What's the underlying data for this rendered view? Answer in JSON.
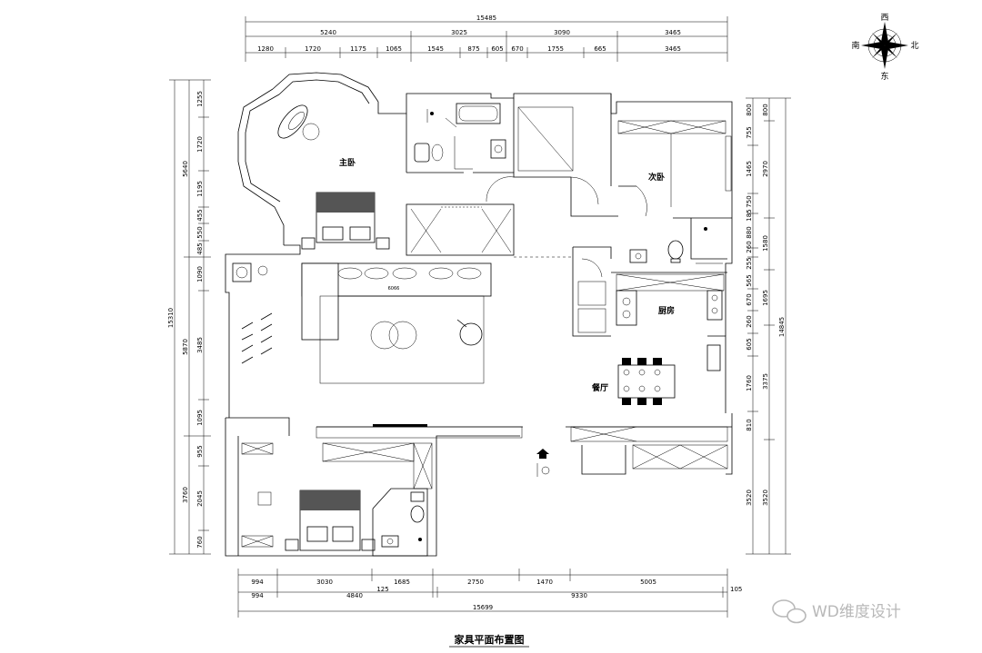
{
  "drawing_title": "家具平面布置图",
  "watermark": "WD维度设计",
  "compass": {
    "north": "北",
    "south": "南",
    "east": "东",
    "west": "西"
  },
  "rooms": {
    "master_bedroom": "主卧",
    "second_bedroom": "次卧",
    "kitchen": "厨房",
    "dining": "餐厅"
  },
  "sofa_label": "6066",
  "top_dims": {
    "total": "15485",
    "row2": [
      "5240",
      "3025",
      "3090",
      "3465"
    ],
    "row3": [
      "1280",
      "1720",
      "1175",
      "1065",
      "1545",
      "875",
      "605",
      "670",
      "1755",
      "665",
      "3465"
    ]
  },
  "bottom_dims": {
    "row1": [
      "994",
      "3030",
      "1685",
      "2750",
      "1470",
      "5005"
    ],
    "row2": [
      "994",
      "4840",
      "125",
      "9330",
      "105"
    ],
    "total": "15699"
  },
  "left_dims": {
    "total": "15310",
    "outer": [
      "5640",
      "5870",
      "3760"
    ],
    "inner": [
      "1255",
      "1720",
      "1195",
      "455",
      "550",
      "485",
      "1090",
      "3485",
      "1095",
      "955",
      "2045",
      "760"
    ]
  },
  "right_dims": {
    "total": "14845",
    "outer": [
      "800",
      "2970",
      "1580",
      "1695",
      "3375",
      "3520"
    ],
    "inner": [
      "800",
      "755",
      "1465",
      "750",
      "185",
      "880",
      "260",
      "255",
      "565",
      "670",
      "260",
      "605",
      "1760",
      "810",
      "3520"
    ]
  }
}
